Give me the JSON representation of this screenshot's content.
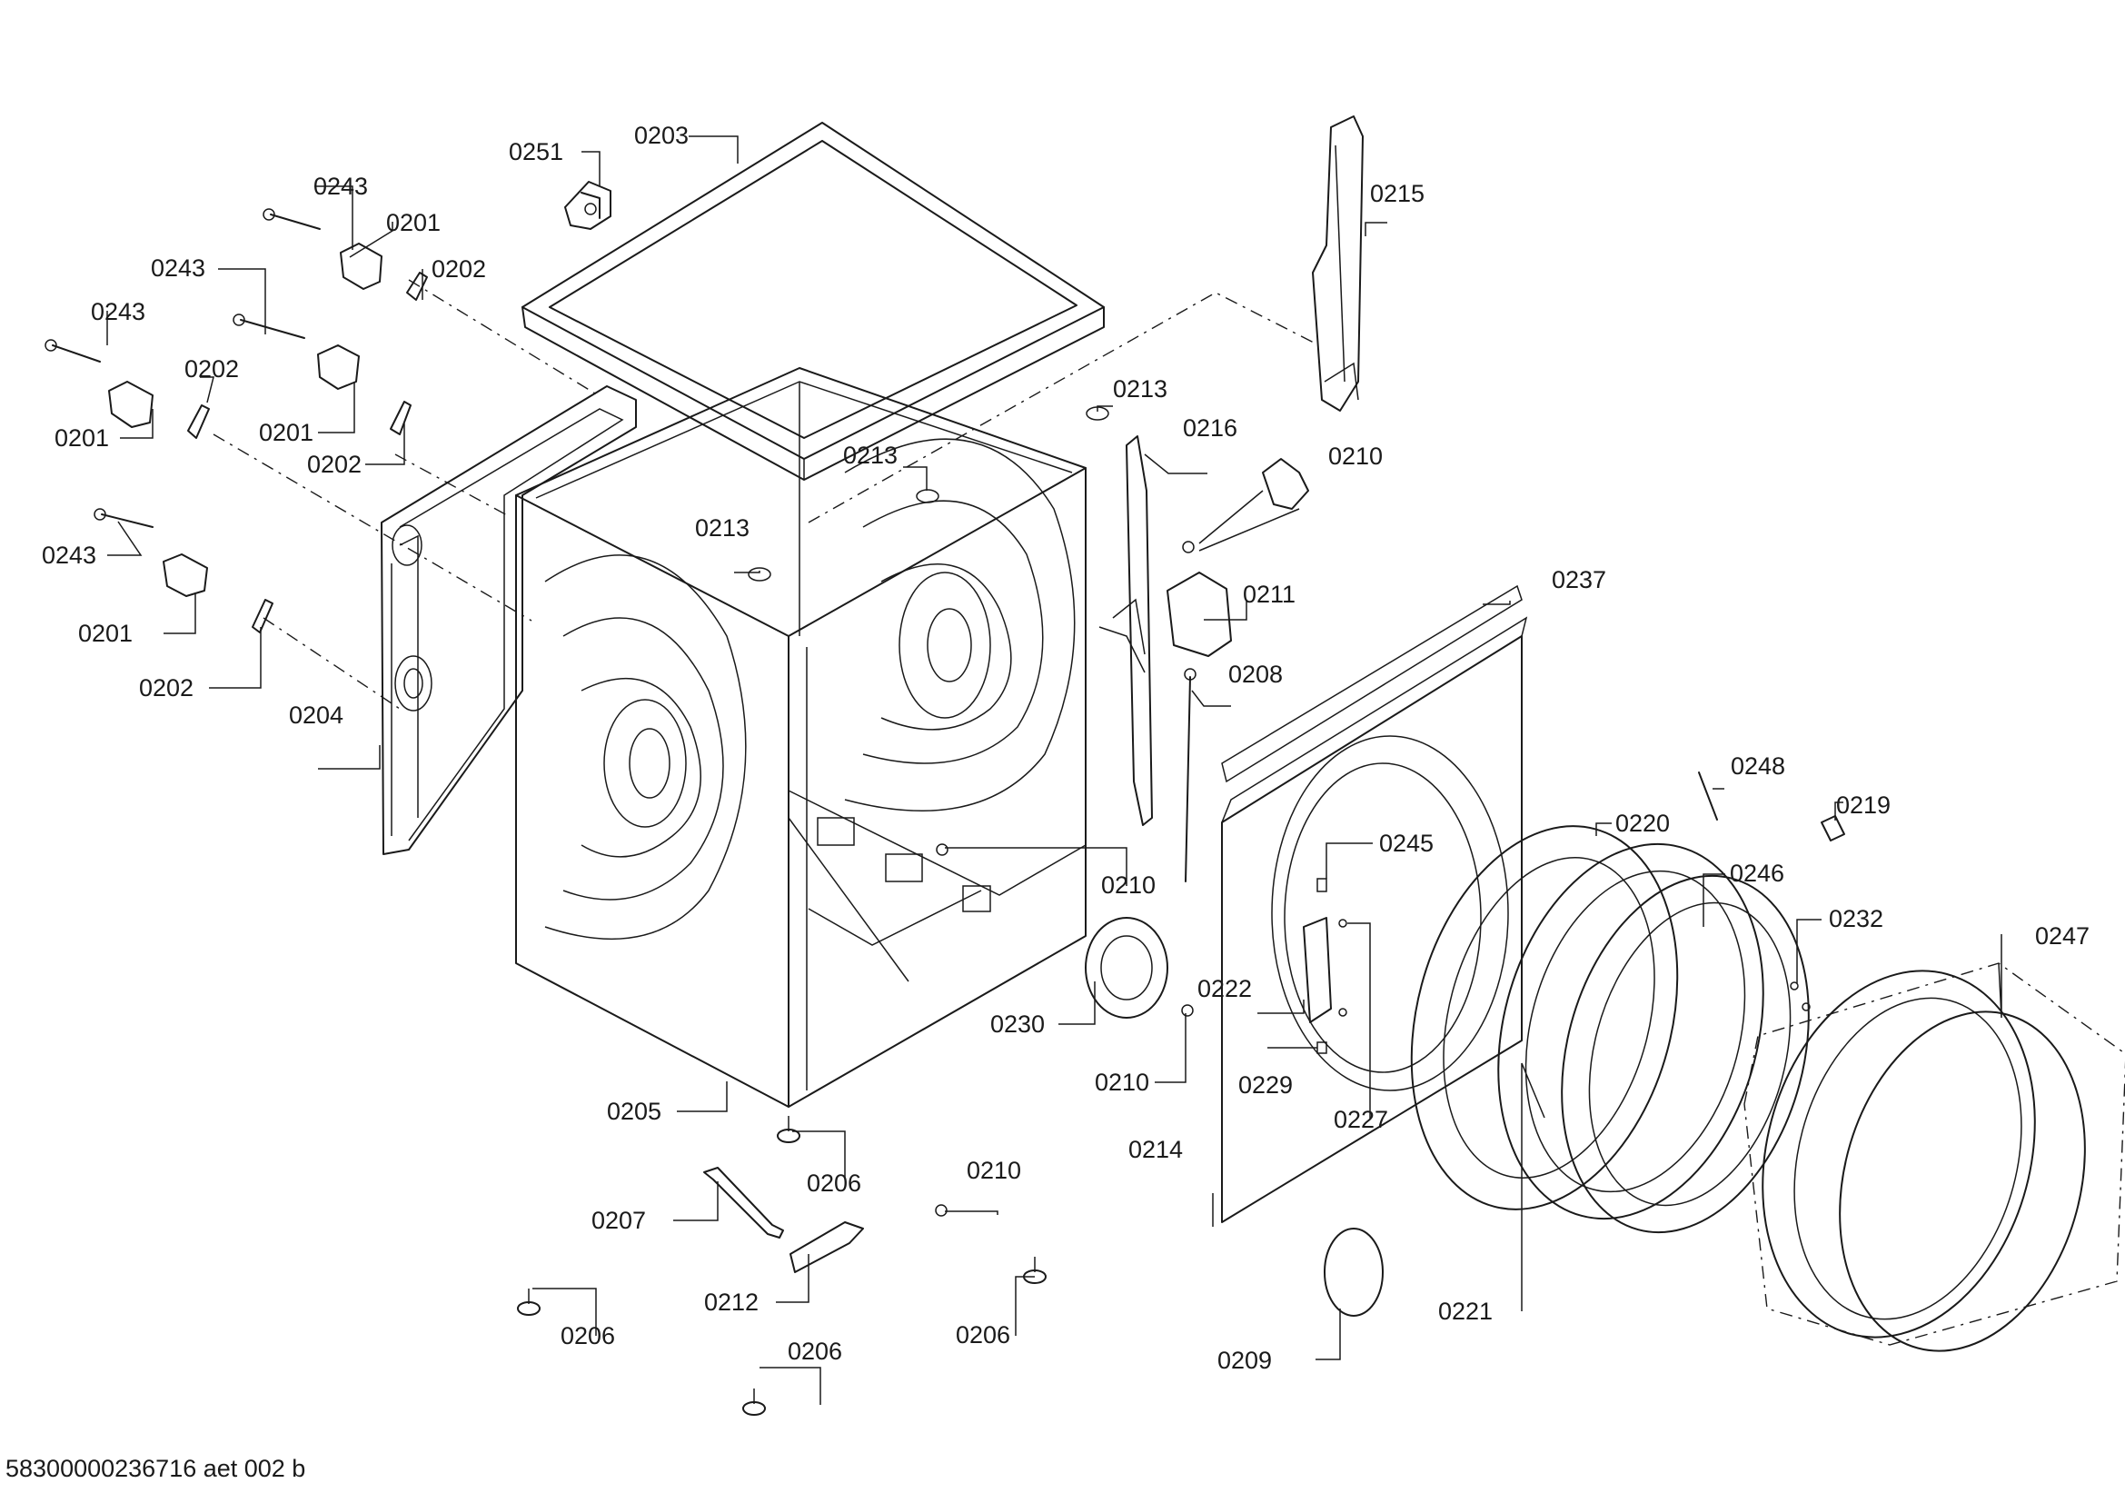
{
  "document_id": "58300000236716 aet 002 b",
  "labels": {
    "p0203": "0203",
    "p0251": "0251",
    "p0243a": "0243",
    "p0201a": "0201",
    "p0202a": "0202",
    "p0243b": "0243",
    "p0243c": "0243",
    "p0202b": "0202",
    "p0201b": "0201",
    "p0201c": "0201",
    "p0202c": "0202",
    "p0243d": "0243",
    "p0201d": "0201",
    "p0202d": "0202",
    "p0204": "0204",
    "p0213a": "0213",
    "p0213b": "0213",
    "p0213c": "0213",
    "p0215": "0215",
    "p0216": "0216",
    "p0210a": "0210",
    "p0211": "0211",
    "p0208": "0208",
    "p0237": "0237",
    "p0210b": "0210",
    "p0248": "0248",
    "p0219": "0219",
    "p0220": "0220",
    "p0245": "0245",
    "p0246": "0246",
    "p0232": "0232",
    "p0247": "0247",
    "p0222": "0222",
    "p0230": "0230",
    "p0210c": "0210",
    "p0229": "0229",
    "p0227": "0227",
    "p0205": "0205",
    "p0206a": "0206",
    "p0214": "0214",
    "p0210d": "0210",
    "p0207": "0207",
    "p0212": "0212",
    "p0206b": "0206",
    "p0206c": "0206",
    "p0206d": "0206",
    "p0221": "0221",
    "p0209": "0209"
  }
}
